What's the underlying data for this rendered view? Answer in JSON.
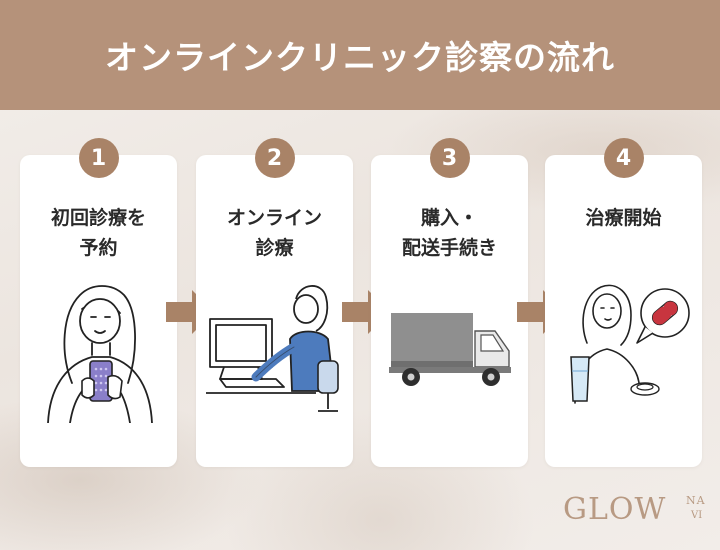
{
  "header": {
    "title": "オンラインクリニック診察の流れ"
  },
  "steps": [
    {
      "number": "1",
      "lines": [
        "初回診療を",
        "予約"
      ]
    },
    {
      "number": "2",
      "lines": [
        "オンライン",
        "診療"
      ]
    },
    {
      "number": "3",
      "lines": [
        "購入・",
        "配送手続き"
      ]
    },
    {
      "number": "4",
      "lines": [
        "治療開始",
        ""
      ]
    }
  ],
  "logo": {
    "main": "GLOW",
    "sup": "NA",
    "sub": "VI"
  },
  "colors": {
    "header": "#b5927a",
    "accent": "#a98367",
    "card": "#ffffff"
  },
  "icons": [
    "woman-phone-icon",
    "computer-user-icon",
    "delivery-truck-icon",
    "woman-pill-icon",
    "arrow-right-icon"
  ]
}
